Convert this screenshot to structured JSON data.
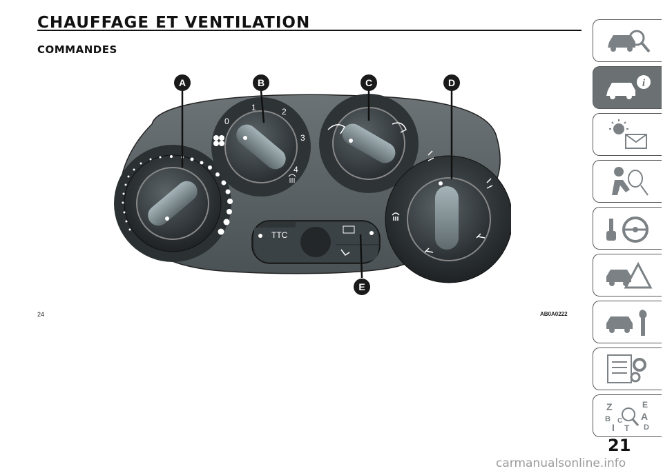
{
  "header": {
    "title": "CHAUFFAGE ET VENTILATION",
    "subtitle": "COMMANDES"
  },
  "figure": {
    "callouts": [
      "A",
      "B",
      "C",
      "D",
      "E"
    ],
    "fan_speed_labels": [
      "0",
      "1",
      "2",
      "3",
      "4"
    ],
    "ttc_label": "TTC",
    "figure_code": "AB0A0222",
    "page_ref": "24"
  },
  "side_tabs": [
    {
      "icon": "car-search-icon",
      "active": false
    },
    {
      "icon": "car-info-icon",
      "active": true
    },
    {
      "icon": "warning-light-envelope-icon",
      "active": false
    },
    {
      "icon": "airbag-passenger-icon",
      "active": false
    },
    {
      "icon": "steering-wheel-key-icon",
      "active": false
    },
    {
      "icon": "car-warning-triangle-icon",
      "active": false
    },
    {
      "icon": "car-wrench-icon",
      "active": false
    },
    {
      "icon": "document-gears-icon",
      "active": false
    },
    {
      "icon": "index-letters-icon",
      "active": false
    }
  ],
  "page": {
    "number": "21",
    "watermark": "carmanualsonline.info"
  },
  "colors": {
    "panel": "#5a6164",
    "knob": "#3a4144",
    "active_tab": "#6b7173"
  }
}
